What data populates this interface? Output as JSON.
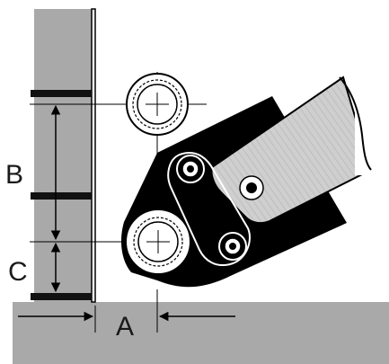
{
  "diagram": {
    "labels": {
      "a": "A",
      "b": "B",
      "c": "C"
    },
    "colors": {
      "wall": "#a9a9a9",
      "floor": "#a9a9a9",
      "tool_body": "#000000",
      "handle": "#c8c8c8",
      "band": "#111111",
      "line": "#000000"
    }
  }
}
